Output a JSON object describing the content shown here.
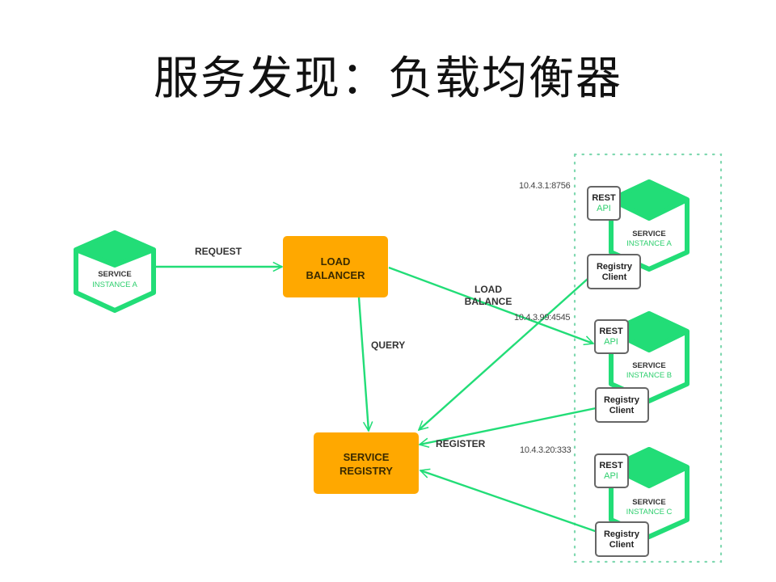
{
  "title": "服务发现：负载均衡器",
  "colors": {
    "green": "#22dd77",
    "orange": "#ffa800",
    "text_dark": "#333333",
    "text_green": "#2ecf6e",
    "dotted_border": "#7fd8b0"
  },
  "client": {
    "line1": "SERVICE",
    "line2": "INSTANCE A"
  },
  "load_balancer": {
    "line1": "LOAD",
    "line2": "BALANCER"
  },
  "service_registry": {
    "line1": "SERVICE",
    "line2": "REGISTRY"
  },
  "edges": {
    "request": "REQUEST",
    "query": "QUERY",
    "load_balance_1": "LOAD",
    "load_balance_2": "BALANCE",
    "register": "REGISTER"
  },
  "instances": [
    {
      "address": "10.4.3.1:8756",
      "rest_1": "REST",
      "rest_2": "API",
      "service_1": "SERVICE",
      "service_2": "INSTANCE A",
      "registry_1": "Registry",
      "registry_2": "Client"
    },
    {
      "address": "10.4.3.99:4545",
      "rest_1": "REST",
      "rest_2": "API",
      "service_1": "SERVICE",
      "service_2": "INSTANCE B",
      "registry_1": "Registry",
      "registry_2": "Client"
    },
    {
      "address": "10.4.3.20:333",
      "rest_1": "REST",
      "rest_2": "API",
      "service_1": "SERVICE",
      "service_2": "INSTANCE C",
      "registry_1": "Registry",
      "registry_2": "Client"
    }
  ]
}
